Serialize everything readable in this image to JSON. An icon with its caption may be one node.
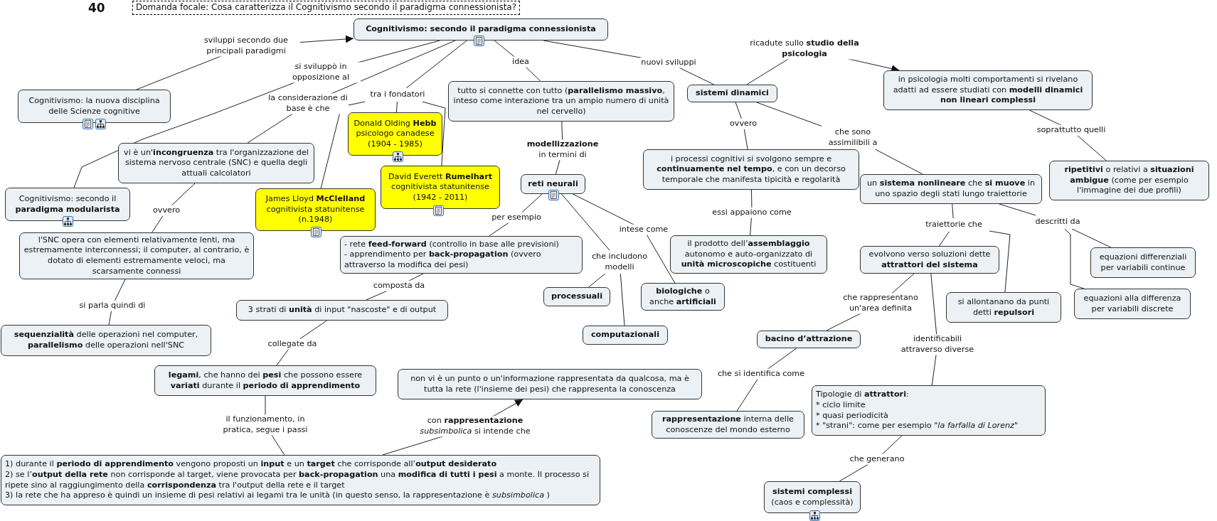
{
  "diagram": {
    "nodes": [
      {
        "text": [
          "Cognitivismo: secondo il paradigma connessionista"
        ]
      },
      {
        "text": [
          "Cognitivismo: la nuova disciplina delle Scienze cognitive"
        ]
      },
      {
        "text": [
          "Cognitivismo: secondo il **paradigma modularista**"
        ]
      },
      {
        "text": [
          "vi è un'**incongruenza** tra l'organizzazione del sistema nervoso centrale (SNC) e quella degli attuali calcolatori"
        ]
      },
      {
        "text": [
          "tra i fondatori"
        ]
      },
      {
        "text": [
          "Donald Olding **Hebb** psicologo canadese (1904 - 1985)"
        ]
      },
      {
        "text": [
          "James Lloyd **McClelland** cognitivista statunitense (n.1948)"
        ]
      },
      {
        "text": [
          "David Everett **Rumelhart** cognitivista statunitense (1942 - 2011)"
        ]
      },
      {
        "text": [
          "tutto si connette con tutto (**parallelismo massivo**, inteso come interazione tra un ampio numero di unità nel cervello)"
        ]
      },
      {
        "text": [
          "reti neurali"
        ]
      },
      {
        "text": [
          "l'SNC opera con elementi relativamente lenti, ma estremamente interconnessi; il computer, al contrario, è dotato di elementi estremamente veloci, ma scarsamente connessi"
        ]
      },
      {
        "text": [
          "- rete **feed-forward** (controllo in base alle previsioni)",
          "- apprendimento per **back-propagation** (ovvero attraverso la modifica dei pesi)"
        ]
      },
      {
        "text": [
          "che includono modelli"
        ]
      },
      {
        "text": [
          "processuali"
        ]
      },
      {
        "text": [
          "computazionali"
        ]
      },
      {
        "text": [
          "**biologiche** o anche **artificiali**"
        ]
      },
      {
        "text": [
          "**sequenzialità** delle operazioni nel computer, **parallelismo** delle operazioni nell'SNC"
        ]
      },
      {
        "text": [
          "3 strati di **unità** di input \"nascoste\" e di output"
        ]
      },
      {
        "text": [
          "**legami**, che hanno dei **pesi** che possono essere **variati** durante il **periodo di apprendimento**"
        ]
      },
      {
        "text": [
          "non vi è un punto o un'informazione rappresentata da qualcosa, ma è tutta la rete (l'insieme dei pesi) che rappresenta la conoscenza"
        ]
      },
      {
        "text": [
          "1) durante il **periodo di apprendimento** vengono proposti un **input** e un **target** che corrisponde all’**output desiderato**",
          "2) se l’**output della rete** non corrisponde al target, viene provocata per **back-propagation** una **modifica di tutti i pesi** a monte. Il processo si ripete sino al raggiungimento della **corrispondenza** tra l'output della rete e il target",
          "3) la rete che ha appreso è quindi un insieme di pesi relativi ai legami tra le unità (in questo senso, la rappresentazione è *subsimbolica* )"
        ]
      },
      {
        "text": [
          "sistemi dinamici"
        ]
      },
      {
        "text": [
          "in psicologia molti comportamenti si rivelano adatti ad essere studiati con **modelli dinamici non lineari complessi**"
        ]
      },
      {
        "text": [
          "i processi cognitivi si svolgono sempre e **continuamente nel tempo**, e con un decorso temporale che manifesta tipicità e regolarità"
        ]
      },
      {
        "text": [
          "il prodotto dell’**assemblaggio** autonomo e auto-organizzato di **unità microscopiche** costituenti"
        ]
      },
      {
        "text": [
          "**ripetitivi** o relativi a **situazioni ambigue** (come per esempio l'immagine dei due profili)"
        ]
      },
      {
        "text": [
          "un **sistema nonlineare** che **si muove** in uno spazio degli stati lungo traiettorie"
        ]
      },
      {
        "text": [
          "traiettorie che"
        ]
      },
      {
        "text": [
          "descritti da"
        ]
      },
      {
        "text": [
          "evolvono verso soluzioni dette **attrattori del sistema**"
        ]
      },
      {
        "text": [
          "si allontanano da punti detti **repulsori**"
        ]
      },
      {
        "text": [
          "equazioni differenziali per variabili continue"
        ]
      },
      {
        "text": [
          "equazioni alla differenza per variabili discrete"
        ]
      },
      {
        "text": [
          "bacino d’attrazione"
        ]
      },
      {
        "text": [
          "**rappresentazione** interna delle conoscenze del mondo esterno"
        ]
      },
      {
        "text": [
          "Tipologie di **attrattori**:",
          "* ciclo limite",
          "* quasi periodicità",
          "* \"strani\": come per esempio *\"la farfalla di Lorenz\"*"
        ]
      },
      {
        "text": [
          "**sistemi complessi** (caos e complessità)"
        ]
      },
      {
        "text": [
          "che sono assimilibili a"
        ]
      }
    ],
    "edges": [
      {
        "from": 1,
        "to": 0,
        "arrow": "to",
        "label": "sviluppi secondo due principali paradigmi"
      },
      {
        "from": 0,
        "to": 2,
        "arrow": "none",
        "label": "si sviluppò in opposizione al"
      },
      {
        "from": 0,
        "to": 3,
        "arrow": "none",
        "label": "la considerazione di base è che"
      },
      {
        "from": 0,
        "to": 4,
        "arrow": "none"
      },
      {
        "from": 4,
        "to": 5,
        "arrow": "none"
      },
      {
        "from": 4,
        "to": 6,
        "arrow": "none"
      },
      {
        "from": 4,
        "to": 7,
        "arrow": "none"
      },
      {
        "from": 0,
        "to": 8,
        "arrow": "none",
        "label": "idea"
      },
      {
        "from": 0,
        "to": 21,
        "arrow": "none",
        "label": "nuovi sviluppi"
      },
      {
        "from": 3,
        "to": 10,
        "arrow": "none",
        "label": "ovvero"
      },
      {
        "from": 10,
        "to": 16,
        "arrow": "none",
        "label": "si parla quindi di"
      },
      {
        "from": 8,
        "to": 9,
        "arrow": "none",
        "label": "**modellizzazione** in termini di"
      },
      {
        "from": 9,
        "to": 11,
        "arrow": "none",
        "label": "per esempio"
      },
      {
        "from": 9,
        "to": 12,
        "arrow": "none"
      },
      {
        "from": 12,
        "to": 13,
        "arrow": "none"
      },
      {
        "from": 12,
        "to": 14,
        "arrow": "none"
      },
      {
        "from": 9,
        "to": 15,
        "arrow": "none",
        "label": "intese come"
      },
      {
        "from": 11,
        "to": 17,
        "arrow": "none",
        "label": "composta da"
      },
      {
        "from": 17,
        "to": 18,
        "arrow": "none",
        "label": "collegate da"
      },
      {
        "from": 18,
        "to": 20,
        "arrow": "none",
        "label": "il funzionamento, in pratica, segue i passi"
      },
      {
        "from": 20,
        "to": 19,
        "arrow": "to",
        "label": "con **rappresentazione** *subsimbolica* si intende che"
      },
      {
        "from": 21,
        "to": 22,
        "arrow": "to",
        "label": "ricadute sullo **studio della psicologia**"
      },
      {
        "from": 21,
        "to": 23,
        "arrow": "none",
        "label": "ovvero"
      },
      {
        "from": 23,
        "to": 24,
        "arrow": "none",
        "label": "essi appaiono come"
      },
      {
        "from": 21,
        "to": 37,
        "arrow": "none"
      },
      {
        "from": 22,
        "to": 25,
        "arrow": "none",
        "label": "soprattutto quelli"
      },
      {
        "from": 26,
        "to": 27,
        "arrow": "none"
      },
      {
        "from": 27,
        "to": 29,
        "arrow": "none"
      },
      {
        "from": 27,
        "to": 30,
        "arrow": "none"
      },
      {
        "from": 26,
        "to": 28,
        "arrow": "none"
      },
      {
        "from": 28,
        "to": 31,
        "arrow": "none"
      },
      {
        "from": 28,
        "to": 32,
        "arrow": "none"
      },
      {
        "from": 29,
        "to": 33,
        "arrow": "none",
        "label": "che rappresentano un'area definita"
      },
      {
        "from": 29,
        "to": 35,
        "arrow": "none",
        "label": "identificabili attraverso diverse"
      },
      {
        "from": 33,
        "to": 34,
        "arrow": "none",
        "label": "che si identifica come"
      },
      {
        "from": 35,
        "to": 36,
        "arrow": "none",
        "label": "che generano"
      },
      {
        "from": 37,
        "to": 26,
        "arrow": "none"
      }
    ],
    "labels": [
      "40",
      "Domanda focale: Cosa caratterizza il Cognitivismo secondo il paradigma connessionista?"
    ]
  }
}
